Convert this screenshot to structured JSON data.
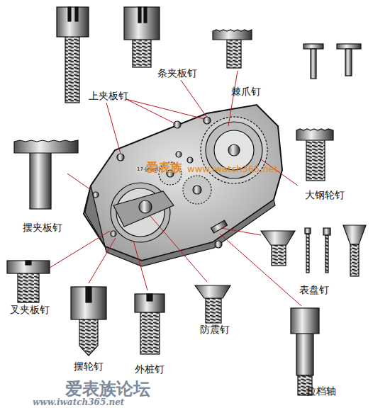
{
  "diagram": {
    "labels": [
      "上夹板钉",
      "条夹板钉",
      "棘爪钉",
      "大钢轮钉",
      "摆夹板钉",
      "叉夹板钉",
      "摆轮钉",
      "外桩钉",
      "防震钉",
      "表盘钉",
      "拉档轴",
      "17-Jewel",
      "爱表族",
      "www.iwatch365.net",
      "爱表族论坛",
      "www.iwatch365.net"
    ]
  }
}
